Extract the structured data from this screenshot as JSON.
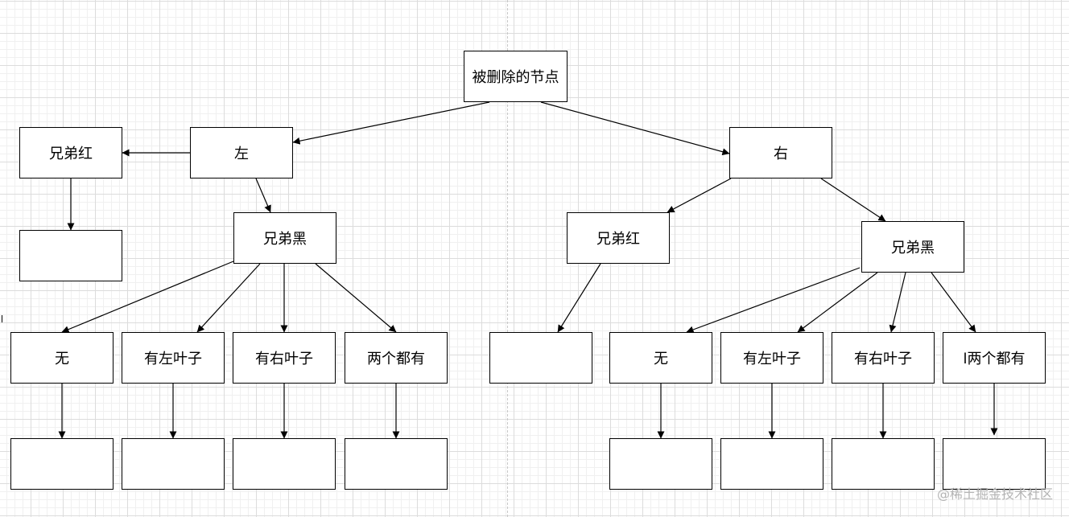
{
  "nodes": {
    "root": "被删除的节点",
    "left": "左",
    "right": "右",
    "left_sibling_red": "兄弟红",
    "left_sibling_black": "兄弟黑",
    "left_case_none": "无",
    "left_case_left_child": "有左叶子",
    "left_case_right_child": "有右叶子",
    "left_case_both": "两个都有",
    "right_sibling_red": "兄弟红",
    "right_sibling_black": "兄弟黑",
    "right_case_none": "无",
    "right_case_left_child": "有左叶子",
    "right_case_right_child": "有右叶子",
    "right_case_both": "l两个都有"
  },
  "watermark": "@稀土掘金技术社区"
}
